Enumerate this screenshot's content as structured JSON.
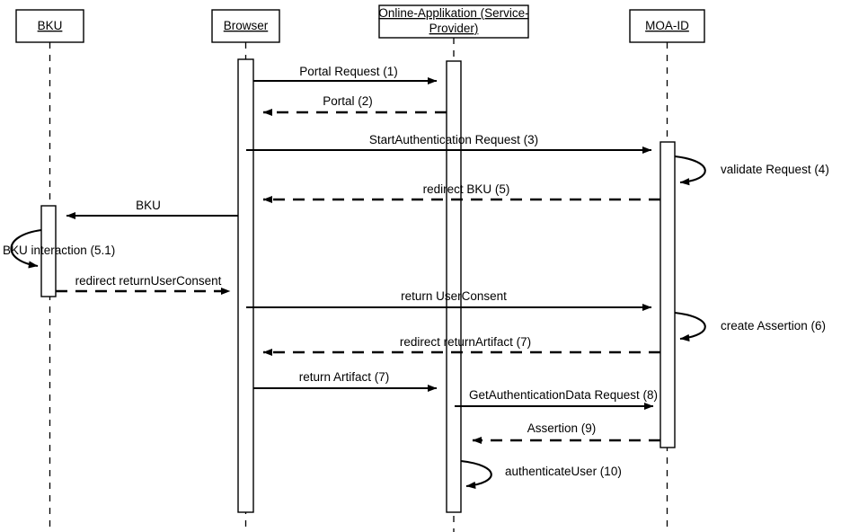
{
  "diagram": {
    "title": "MOA-ID authentication sequence diagram",
    "type": "uml-sequence-diagram",
    "background_color": "#ffffff",
    "line_color": "#000000"
  },
  "participants": [
    {
      "id": "bku",
      "label": "BKU",
      "label_line1": "BKU",
      "label_line2": ""
    },
    {
      "id": "browser",
      "label": "Browser",
      "label_line1": "Browser",
      "label_line2": ""
    },
    {
      "id": "sp",
      "label": "Online-Applikation (Service-Provider)",
      "label_line1": "Online-Applikation (Service-",
      "label_line2": "Provider)"
    },
    {
      "id": "moaid",
      "label": "MOA-ID",
      "label_line1": "MOA-ID",
      "label_line2": ""
    }
  ],
  "messages": [
    {
      "n": 1,
      "label": "Portal Request (1)",
      "from": "browser",
      "to": "sp",
      "style": "solid"
    },
    {
      "n": 2,
      "label": "Portal (2)",
      "from": "sp",
      "to": "browser",
      "style": "dashed"
    },
    {
      "n": 3,
      "label": "StartAuthentication Request (3)",
      "from": "browser",
      "to": "moaid",
      "style": "solid"
    },
    {
      "n": 4,
      "label": "validate Request (4)",
      "from": "moaid",
      "to": "moaid",
      "style": "self"
    },
    {
      "n": 5,
      "label": "redirect BKU (5)",
      "from": "moaid",
      "to": "browser",
      "style": "dashed"
    },
    {
      "n": 6,
      "label": "BKU",
      "from": "browser",
      "to": "bku",
      "style": "solid"
    },
    {
      "n": 7,
      "label": "BKU interaction (5.1)",
      "from": "bku",
      "to": "bku",
      "style": "self"
    },
    {
      "n": 8,
      "label": "redirect returnUserConsent",
      "from": "bku",
      "to": "browser",
      "style": "dashed"
    },
    {
      "n": 9,
      "label": "return UserConsent",
      "from": "browser",
      "to": "moaid",
      "style": "solid"
    },
    {
      "n": 10,
      "label": "create Assertion (6)",
      "from": "moaid",
      "to": "moaid",
      "style": "self"
    },
    {
      "n": 11,
      "label": "redirect returnArtifact (7)",
      "from": "moaid",
      "to": "browser",
      "style": "dashed"
    },
    {
      "n": 12,
      "label": "return Artifact (7)",
      "from": "browser",
      "to": "sp",
      "style": "solid"
    },
    {
      "n": 13,
      "label": "GetAuthenticationData Request (8)",
      "from": "sp",
      "to": "moaid",
      "style": "solid"
    },
    {
      "n": 14,
      "label": "Assertion (9)",
      "from": "moaid",
      "to": "sp",
      "style": "dashed"
    },
    {
      "n": 15,
      "label": "authenticateUser (10)",
      "from": "sp",
      "to": "sp",
      "style": "self"
    }
  ]
}
